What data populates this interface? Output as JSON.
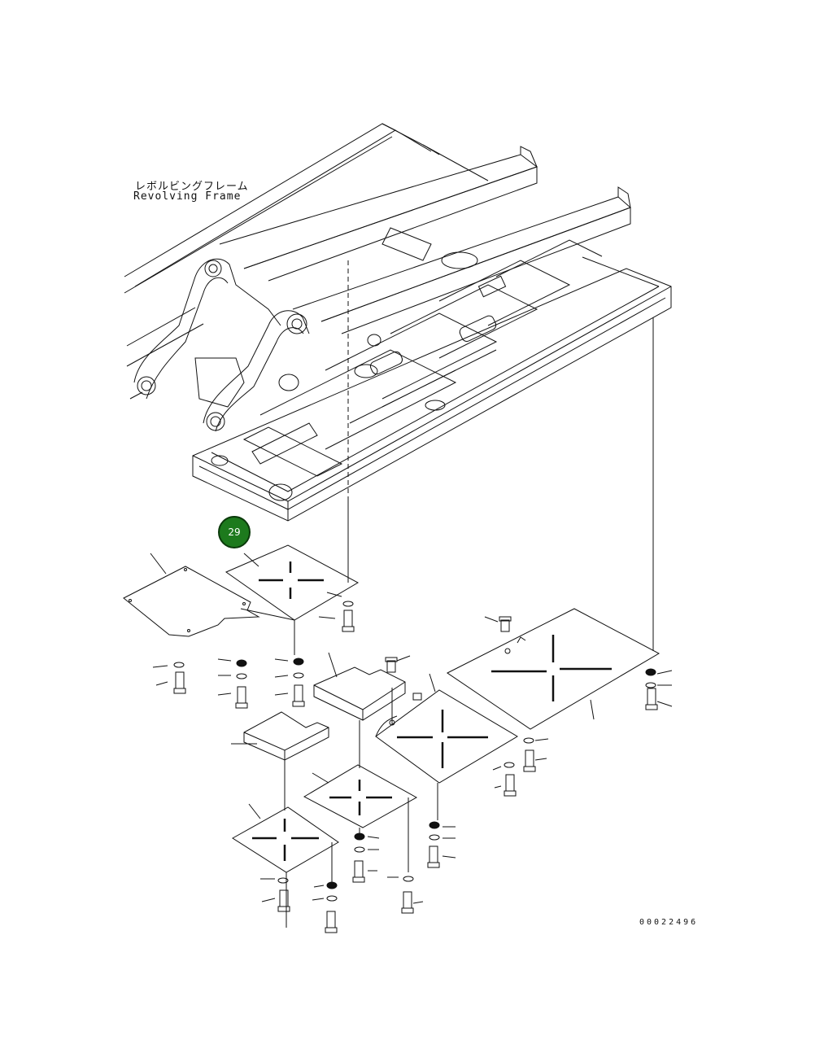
{
  "diagram": {
    "label_japanese": "レボルビングフレーム",
    "label_english": "Revolving Frame",
    "callout_number": "29",
    "document_number": "00022496",
    "callout_color": "#1d7a1d",
    "line_color": "#111111"
  }
}
